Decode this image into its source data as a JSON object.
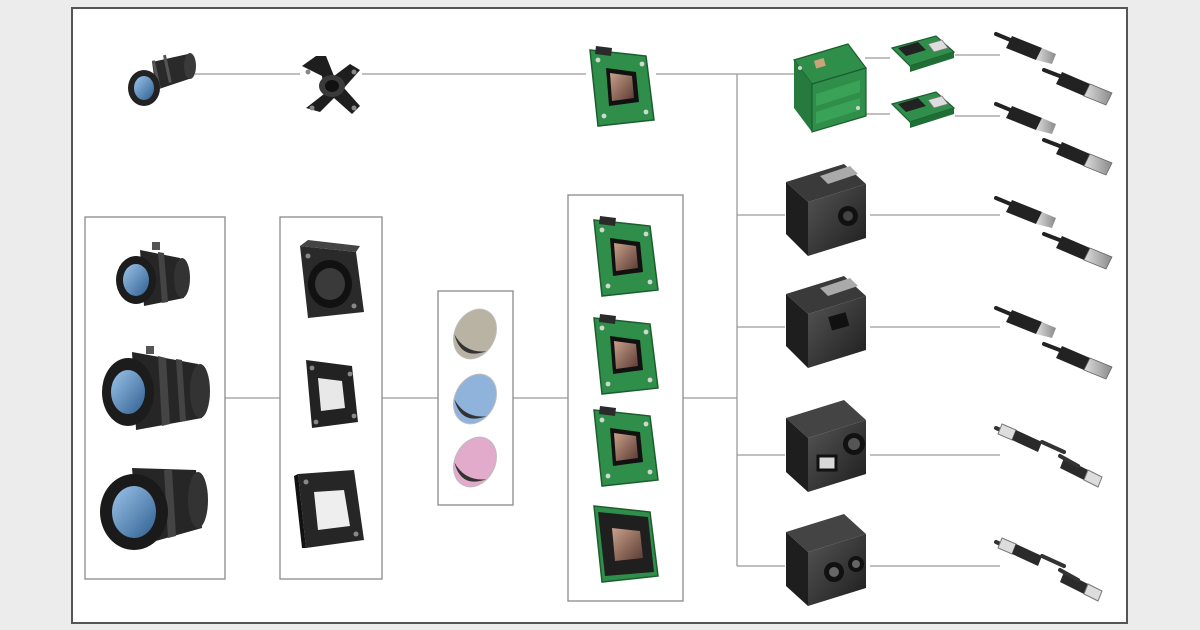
{
  "diagram": {
    "kind": "camera-system-component-overview",
    "colors": {
      "page_bg": "#ececec",
      "panel_bg": "#ffffff",
      "panel_border": "#555555",
      "group_border": "#8a8a8a",
      "connector": "#9a9a9a",
      "pcb_green": "#2f8f4a",
      "housing_dark": "#2b2b2b",
      "lens_dark": "#1e1e1e",
      "lens_glass": "#5b8fc2",
      "filter_neutral": "#b9b3a3",
      "filter_blue": "#8fb3da",
      "filter_pink": "#e2aacb"
    },
    "components": [
      {
        "id": "lens-compact",
        "icon": "compact-lens-icon"
      },
      {
        "id": "adapter-spider",
        "icon": "mount-adapter-icon"
      },
      {
        "id": "board-top",
        "icon": "sensor-board-icon"
      },
      {
        "id": "board-stack",
        "icon": "board-stack-icon"
      },
      {
        "id": "interface-board-1",
        "icon": "interface-board-icon"
      },
      {
        "id": "interface-board-2",
        "icon": "interface-board-icon"
      },
      {
        "id": "lens-group",
        "icon": "c-mount-lens-icon",
        "count": 3
      },
      {
        "id": "mount-group",
        "icon": "lens-mount-icon",
        "count": 3
      },
      {
        "id": "filter-group",
        "icon": "optical-filter-icon",
        "count": 3
      },
      {
        "id": "board-group",
        "icon": "sensor-board-icon",
        "count": 4
      },
      {
        "id": "camera-housed-1",
        "icon": "housed-camera-icon"
      },
      {
        "id": "camera-housed-2",
        "icon": "housed-camera-icon"
      },
      {
        "id": "camera-cube-1",
        "icon": "cube-camera-icon"
      },
      {
        "id": "camera-cube-2",
        "icon": "cube-camera-icon"
      },
      {
        "id": "usb-cables",
        "icon": "usb-cable-icon",
        "count": 5
      },
      {
        "id": "ethernet-cables",
        "icon": "ethernet-cable-icon",
        "count": 2
      }
    ]
  }
}
